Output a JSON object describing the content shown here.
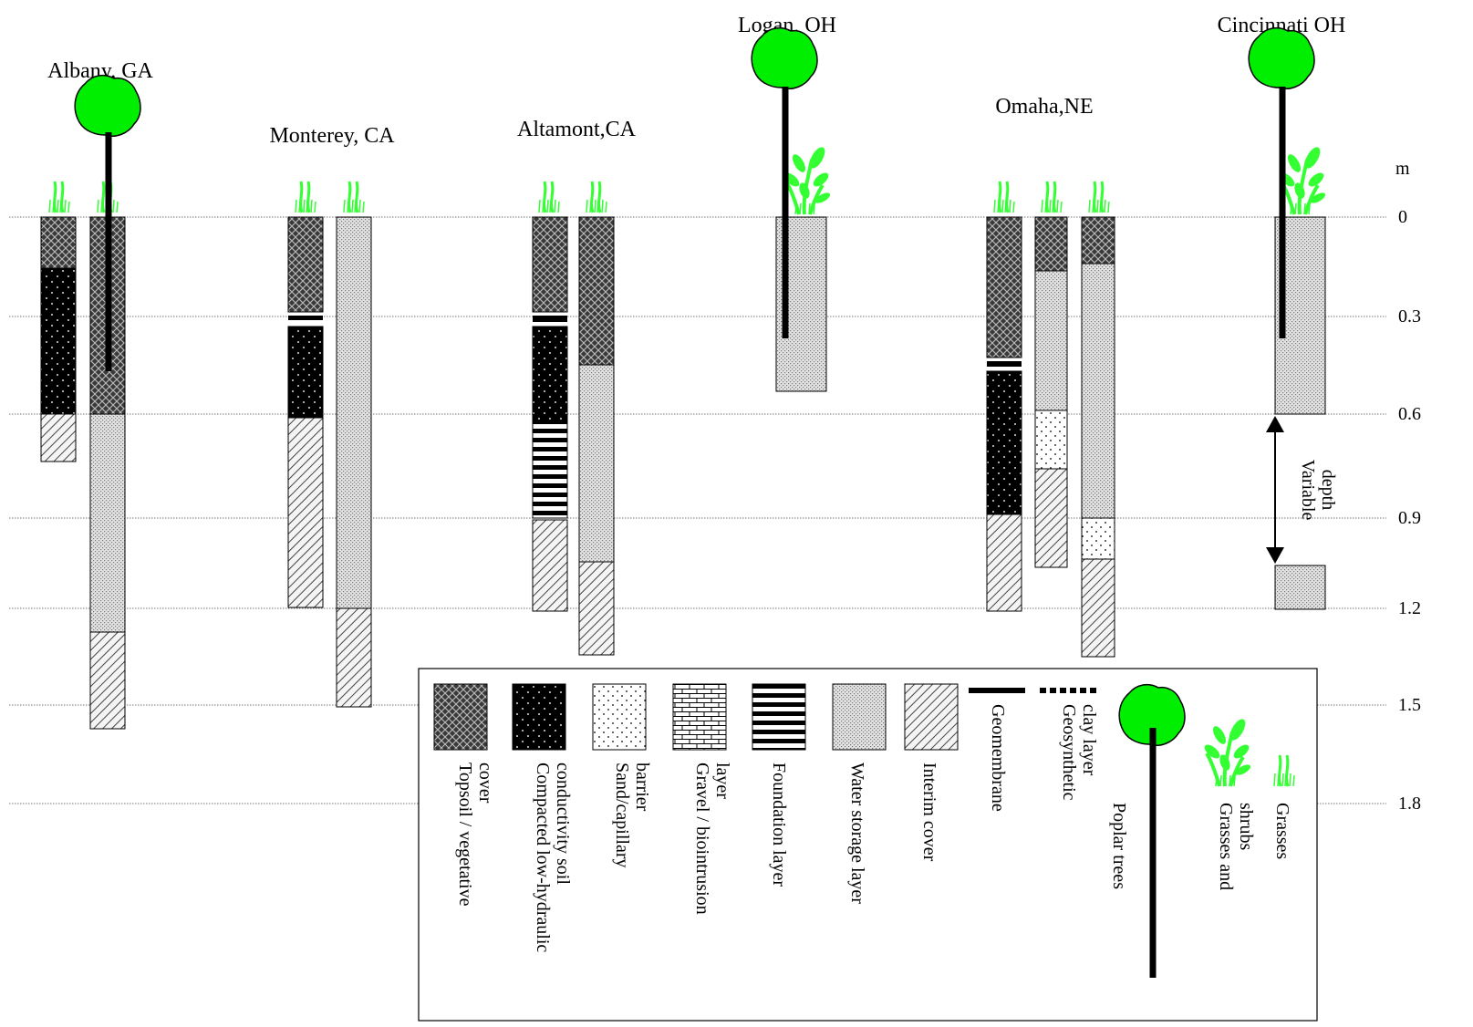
{
  "depth_axis": {
    "unit": "m",
    "ticks": [
      "0",
      "0.3",
      "0.6",
      "0.9",
      "1.2",
      "1.5",
      "1.8"
    ]
  },
  "sites": [
    {
      "name": "Albany, GA"
    },
    {
      "name": "Monterey, CA"
    },
    {
      "name": "Altamont,CA"
    },
    {
      "name": "Logan, OH"
    },
    {
      "name": "Omaha,NE"
    },
    {
      "name": "Cincinnati OH"
    }
  ],
  "variable_depth_label": [
    "Variable",
    "depth"
  ],
  "legend": {
    "items": [
      {
        "key": "topsoil",
        "lines": [
          "Topsoil / vegetative",
          "cover"
        ]
      },
      {
        "key": "compacted",
        "lines": [
          "Compacted low-hydraulic",
          "conductivity soil"
        ]
      },
      {
        "key": "sand",
        "lines": [
          "Sand/capillary",
          "barrier"
        ]
      },
      {
        "key": "gravel",
        "lines": [
          "Gravel / biointrusion",
          "layer"
        ]
      },
      {
        "key": "foundation",
        "lines": [
          "Foundation layer"
        ]
      },
      {
        "key": "water",
        "lines": [
          "Water storage layer"
        ]
      },
      {
        "key": "interim",
        "lines": [
          "Interim cover"
        ]
      },
      {
        "key": "geomembrane",
        "lines": [
          "Geomembrane"
        ]
      },
      {
        "key": "geosynthetic",
        "lines": [
          "Geosynthetic",
          "clay layer"
        ]
      },
      {
        "key": "poplar",
        "lines": [
          "Poplar trees"
        ]
      },
      {
        "key": "shrubs",
        "lines": [
          "Grasses and",
          "shrubs"
        ]
      },
      {
        "key": "grasses",
        "lines": [
          "Grasses"
        ]
      }
    ]
  },
  "colors": {
    "tree_green": "#00ee00",
    "grass_green": "#33ff33",
    "dark_fill": "#222222"
  }
}
